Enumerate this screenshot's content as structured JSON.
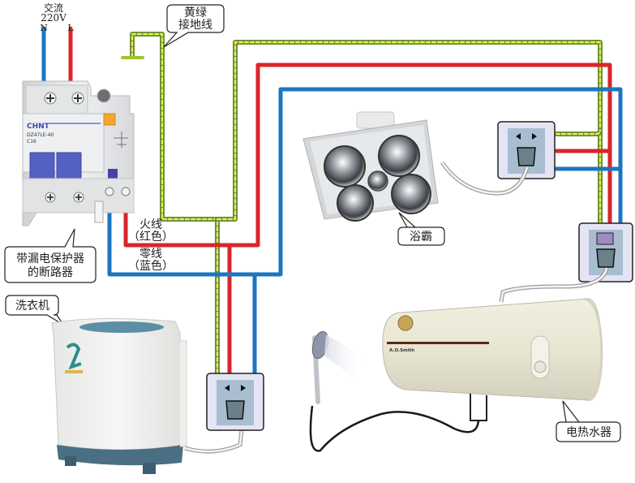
{
  "title": "家庭电路接线示意图",
  "power_source": {
    "label_line1": "交流",
    "label_line2": "220V",
    "neutral_label": "N",
    "live_label": "L"
  },
  "ground_callout": {
    "line1": "黄绿",
    "line2": "接地线"
  },
  "wire_legend": {
    "live_line1": "火线",
    "live_line2": "（红色）",
    "neutral_line1": "零线",
    "neutral_line2": "（蓝色）"
  },
  "breaker": {
    "callout_line1": "带漏电保护器",
    "callout_line2": "的断路器",
    "brand": "CHNT",
    "model": "DZ47LE-40",
    "rating": "C16"
  },
  "appliances": {
    "washing_machine": {
      "label": "洗衣机"
    },
    "bath_heater": {
      "label": "浴霸"
    },
    "water_heater": {
      "label": "电热水器",
      "brand": "A.O.Smith"
    }
  },
  "colors": {
    "live": "#d8262a",
    "neutral": "#1b76c2",
    "ground_outer": "#6a8f3a",
    "ground_inner": "#e8f04a",
    "socket_frame": "#e4e4f4",
    "socket_face": "#a9bdd0"
  }
}
